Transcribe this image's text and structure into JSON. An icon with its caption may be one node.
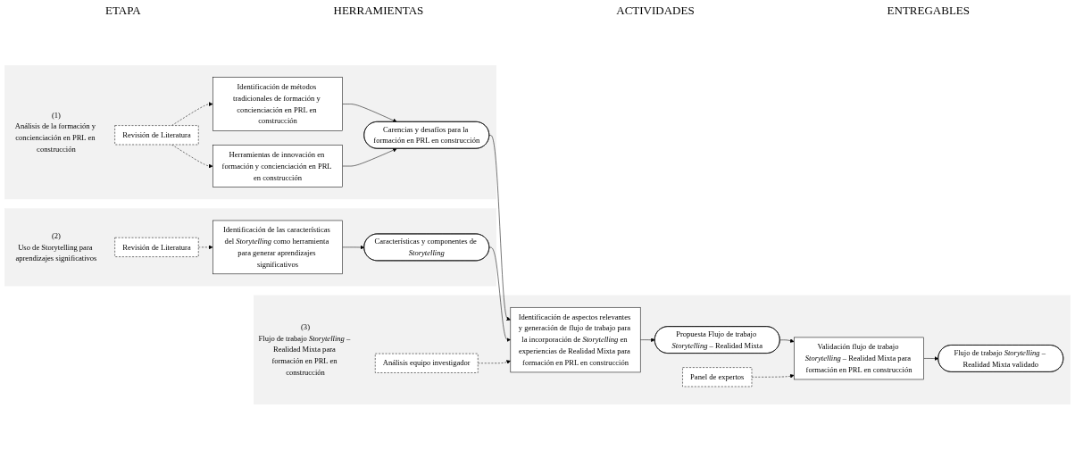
{
  "diagram": {
    "nodes": [
      {
        "text": [
          "(1)",
          "Análisis de la formación y concienciación en PRL en construcción"
        ]
      },
      {
        "text": [
          "Revisión de Literatura"
        ],
        "in": 0
      },
      {
        "text": [
          "Identificación de métodos tradicionales de formación y concienciación en PRL en construcción"
        ],
        "in": 0
      },
      {
        "text": [
          "Herramientas de innovación en formación y concienciación en PRL en construcción"
        ],
        "in": 0
      },
      {
        "text": [
          "Carencias y desafíos para la formación en PRL en construcción"
        ],
        "in": 0
      },
      {
        "text": [
          "(2)",
          "Uso de Storytelling para aprendizajes significativos"
        ]
      },
      {
        "text": [
          "Revisión de Literatura"
        ],
        "in": 5
      },
      {
        "text": [
          "Identificación de las características del *Storytelling* como herramienta para generar aprendizajes significativos"
        ],
        "in": 5
      },
      {
        "text": [
          "Características y componentes de *Storytelling*"
        ],
        "in": 5
      },
      {
        "text": [
          "(3)",
          "Flujo de trabajo *Storytelling* – Realidad Mixta para formación en PRL en construcción"
        ]
      },
      {
        "text": [
          "Análisis equipo investigador"
        ],
        "in": 9
      },
      {
        "text": [
          "Identificación de aspectos relevantes y generación de flujo de trabajo para la incorporación de *Storytelling* en experiencias de Realidad Mixta para formación en PRL en construcción"
        ],
        "in": 9
      },
      {
        "text": [
          "Propuesta Flujo de trabajo *Storytelling* – Realidad Mixta"
        ],
        "in": 9
      },
      {
        "text": [
          "Panel de expertos"
        ],
        "in": 9
      },
      {
        "text": [
          "Validación flujo de trabajo *Storytelling* – Realidad Mixta para formación en PRL en construcción"
        ],
        "in": 9
      },
      {
        "text": [
          "Flujo de trabajo *Storytelling* – Realidad Mixta validado"
        ],
        "in": 9
      }
    ],
    "edges": [
      {
        "from": 1,
        "to": 2,
        "arrow": "to",
        "style": "dashed"
      },
      {
        "from": 1,
        "to": 3,
        "arrow": "to",
        "style": "dashed"
      },
      {
        "from": 2,
        "to": 4,
        "arrow": "to"
      },
      {
        "from": 3,
        "to": 4,
        "arrow": "to"
      },
      {
        "from": 6,
        "to": 7,
        "arrow": "to",
        "style": "dashed"
      },
      {
        "from": 7,
        "to": 8,
        "arrow": "to"
      },
      {
        "from": 4,
        "to": 11,
        "arrow": "to"
      },
      {
        "from": 8,
        "to": 11,
        "arrow": "to"
      },
      {
        "from": 10,
        "to": 11,
        "arrow": "to",
        "style": "dashed"
      },
      {
        "from": 11,
        "to": 12,
        "arrow": "to"
      },
      {
        "from": 12,
        "to": 14,
        "arrow": "to"
      },
      {
        "from": 13,
        "to": 14,
        "arrow": "to",
        "style": "dashed"
      },
      {
        "from": 14,
        "to": 15,
        "arrow": "to"
      }
    ],
    "labels": [
      "ETAPA",
      "HERRAMIENTAS",
      "ACTIVIDADES",
      "ENTREGABLES"
    ]
  }
}
